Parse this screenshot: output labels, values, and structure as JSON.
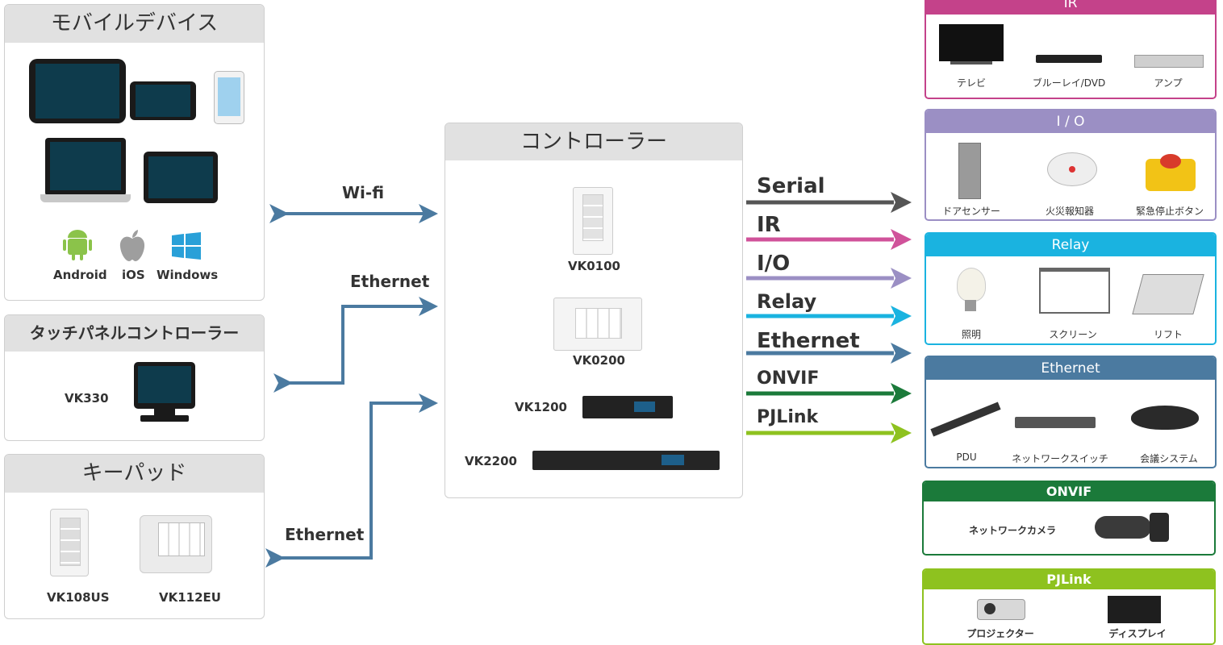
{
  "left": {
    "mobile": {
      "title": "モバイルデバイス",
      "os_labels": [
        "Android",
        "iOS",
        "Windows"
      ],
      "os_colors": [
        "#8bc34a",
        "#9e9e9e",
        "#29a0d8"
      ]
    },
    "touch_panel": {
      "title": "タッチパネルコントローラー",
      "model": "VK330"
    },
    "keypad": {
      "title": "キーパッド",
      "models": [
        "VK108US",
        "VK112EU"
      ]
    }
  },
  "connections": {
    "wifi": "Wi-fi",
    "ethernet_top": "Ethernet",
    "ethernet_bottom": "Ethernet"
  },
  "controller": {
    "title": "コントローラー",
    "models": [
      "VK0100",
      "VK0200",
      "VK1200",
      "VK2200"
    ]
  },
  "protocols": [
    {
      "name": "Serial",
      "color": "#555555"
    },
    {
      "name": "IR",
      "color": "#d0529a"
    },
    {
      "name": "I/O",
      "color": "#9b8fc4"
    },
    {
      "name": "Relay",
      "color": "#1ab3e0"
    },
    {
      "name": "Ethernet",
      "color": "#4b7aa0"
    },
    {
      "name": "ONVIF",
      "color": "#1b7a3a"
    },
    {
      "name": "PJLink",
      "color": "#8ec21f"
    }
  ],
  "targets": {
    "ir": {
      "title": "IR",
      "color": "#c4428a",
      "items": [
        "テレビ",
        "ブルーレイ/DVD",
        "アンプ"
      ]
    },
    "io": {
      "title": "I / O",
      "color": "#9b8fc4",
      "items": [
        "ドアセンサー",
        "火災報知器",
        "緊急停止ボタン"
      ]
    },
    "relay": {
      "title": "Relay",
      "color": "#1ab3e0",
      "items": [
        "照明",
        "スクリーン",
        "リフト"
      ]
    },
    "ethernet": {
      "title": "Ethernet",
      "color": "#4b7aa0",
      "items": [
        "PDU",
        "ネットワークスイッチ",
        "会議システム"
      ]
    },
    "onvif": {
      "title": "ONVIF",
      "color": "#1b7a3a",
      "items": [
        "ネットワークカメラ"
      ]
    },
    "pjlink": {
      "title": "PJLink",
      "color": "#8ec21f",
      "items": [
        "プロジェクター",
        "ディスプレイ"
      ]
    }
  },
  "colors": {
    "link_arrow": "#4b7aa0",
    "box_border": "#cfcfcf",
    "box_header": "#e1e1e1"
  }
}
